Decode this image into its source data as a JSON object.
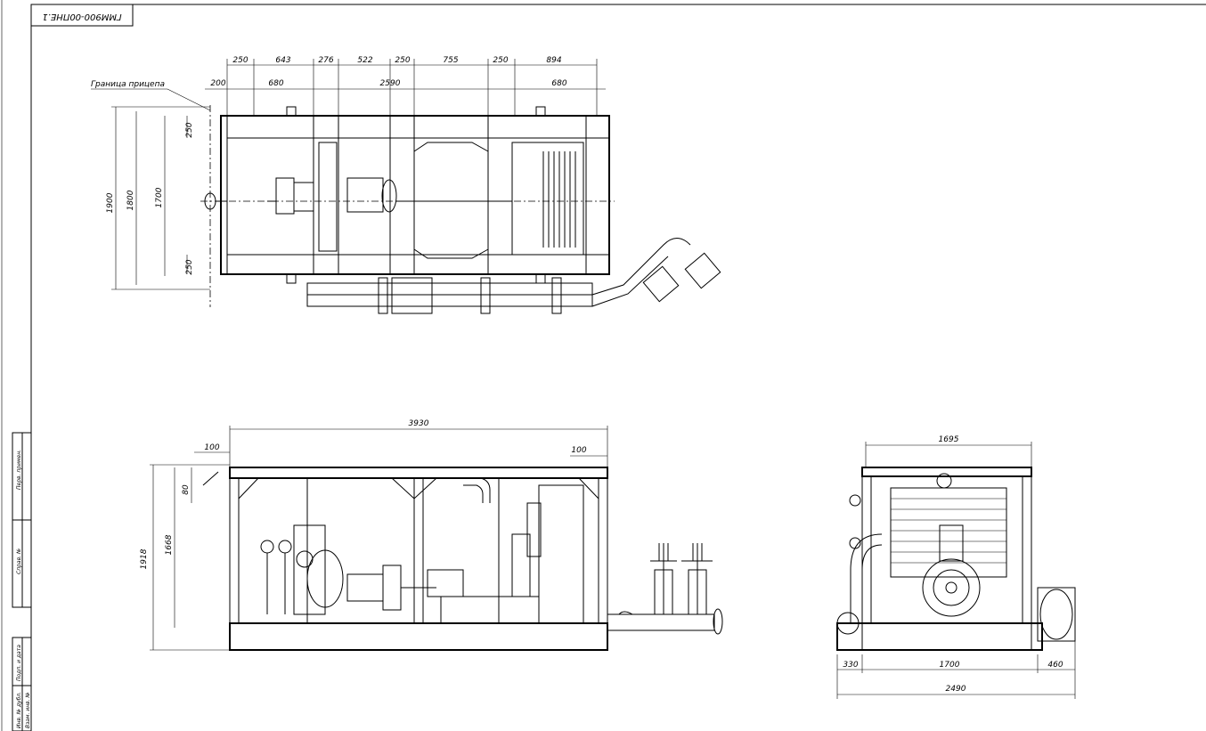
{
  "stamp": {
    "code": "ГММ900-00ПНЕ.1"
  },
  "top_view": {
    "boundary_label": "Граница прицепа",
    "top_dims_row1": [
      "250",
      "643",
      "276",
      "522",
      "250",
      "755",
      "250",
      "894"
    ],
    "top_dims_row2": [
      "200",
      "680",
      "2590",
      "680"
    ],
    "left_dims": [
      "1900",
      "1800",
      "1700"
    ],
    "side_dims": [
      "250",
      "250"
    ]
  },
  "front_view": {
    "overall_width": "3930",
    "left_offset": "100",
    "right_offset": "100",
    "height_80": "80",
    "height_1918": "1918",
    "height_1668": "1668"
  },
  "end_view": {
    "top_width": "1695",
    "bottom_dims": [
      "330",
      "1700",
      "460"
    ],
    "overall_width": "2490"
  },
  "side_stamp": {
    "labels": [
      "Перв. примен.",
      "Справ. №",
      "Подп. и дата",
      "Инв. № дубл.",
      "Взам. инв. №"
    ]
  }
}
